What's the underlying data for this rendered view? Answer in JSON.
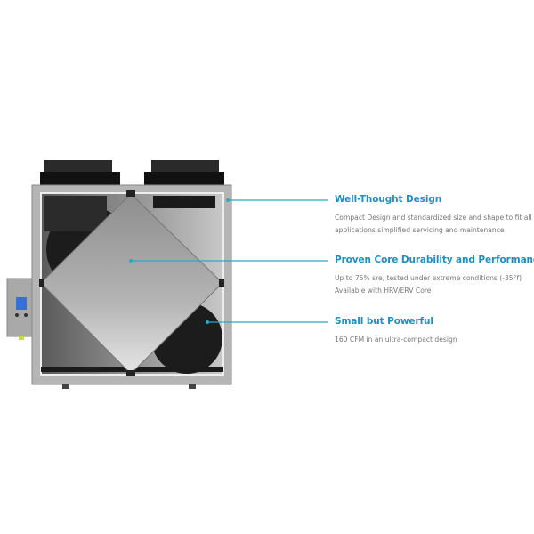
{
  "accent_color": "#29a9c9",
  "title_color": "#1e8fc2",
  "product_image": "hrv-erv-ventilator-unit-cutaway",
  "features": [
    {
      "title": "Well-Thought Design",
      "lines": [
        "Compact Design and standardized size and shape to fit all",
        "applications simplified servicing and maintenance"
      ]
    },
    {
      "title": "Proven Core Durability and Performance",
      "lines": [
        "Up to 75% sre, tested under extreme conditions (-35°f)",
        "Available with HRV/ERV Core"
      ]
    },
    {
      "title": "Small but Powerful",
      "lines": [
        "160 CFM in an ultra-compact design"
      ]
    }
  ]
}
